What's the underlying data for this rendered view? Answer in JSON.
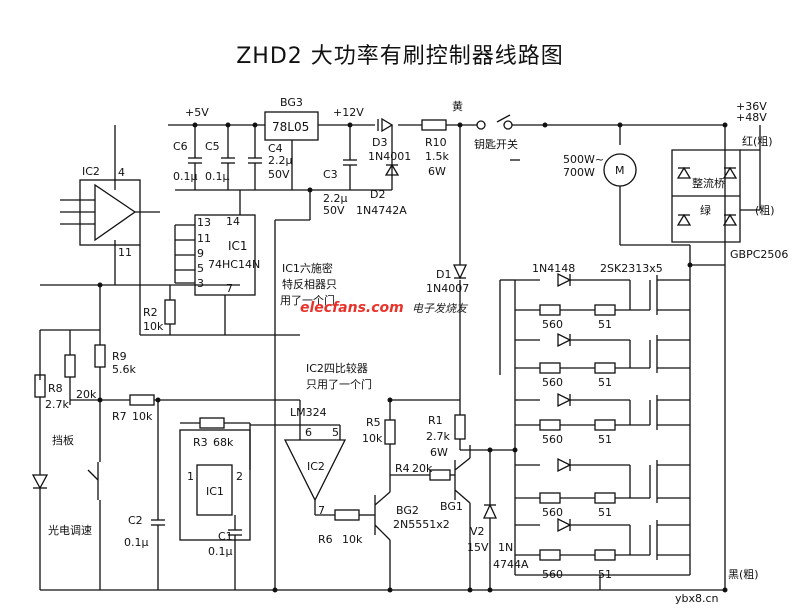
{
  "title": "ZHD2 大功率有刷控制器线路图",
  "watermark": {
    "text": "elecfans.com",
    "tag": "电子发烧友",
    "footer": "ybx8.cn",
    "color": "#e8332b"
  },
  "labels": {
    "p5v": "+5V",
    "bg3": "BG3",
    "reg": "78L05",
    "p12v": "+12V",
    "yellow": "黄",
    "key_switch": "钥匙开关",
    "v36": "+36V",
    "v48": "+48V",
    "red": "红(粗)",
    "green": "绿",
    "thick": "(粗)",
    "bridge": "整流桥",
    "gbpc": "GBPC2506",
    "motor_power": "500W~",
    "motor_power2": "700W",
    "motor": "M",
    "ic2": "IC2",
    "pin4": "4",
    "pin11": "11",
    "c6": "C6",
    "c6v": "0.1μ",
    "c5": "C5",
    "c5v": "0.1μ",
    "c4": "C4",
    "c4v": "2.2μ",
    "c4u": "50V",
    "c3": "C3",
    "c3v": "2.2μ",
    "c3u": "50V",
    "d3": "D3",
    "d3v": "1N4001",
    "r10": "R10",
    "r10v": "1.5k",
    "r10w": "6W",
    "d2": "D2",
    "d2v": "1N4742A",
    "ic1_name": "IC1",
    "ic1_part": "74HC14N",
    "p13": "13",
    "p11": "11",
    "p9": "9",
    "p5": "5",
    "p3": "3",
    "p14": "14",
    "p7": "7",
    "r2": "R2",
    "r2v": "10k",
    "note1a": "IC1六施密",
    "note1b": "特反相器只",
    "note1c": "用了一个门",
    "d1": "D1",
    "d1v": "1N4007",
    "d1n4148": "1N4148",
    "mosfet": "2SK2313x5",
    "r560": "560",
    "r51": "51",
    "r9": "R9",
    "r9v": "5.6k",
    "r8": "R8",
    "r8v": "2.7k",
    "r20k": "20k",
    "r7": "R7",
    "r7v": "10k",
    "note2a": "IC2四比较器",
    "note2b": "只用了一个门",
    "lm324": "LM324",
    "pin6": "6",
    "pin5": "5",
    "pin7": "7",
    "ic2b": "IC2",
    "r3": "R3",
    "r3v": "68k",
    "ic1b": "IC1",
    "pin1": "1",
    "pin2": "2",
    "baffle": "挡板",
    "photo": "光电调速",
    "c2": "C2",
    "c2v": "0.1μ",
    "c1": "C1",
    "c1v": "0.1μ",
    "r6": "R6",
    "r6v": "10k",
    "r5": "R5",
    "r5v": "10k",
    "r1": "R1",
    "r1v": "2.7k",
    "r1w": "6W",
    "r4": "R4",
    "r4v": "20k",
    "bg2": "BG2",
    "bg2v": "2N5551x2",
    "bg1": "BG1",
    "v2": "V2",
    "v2v": "15V",
    "zener": "1N",
    "zener2": "4744A",
    "black": "黑(粗)"
  }
}
